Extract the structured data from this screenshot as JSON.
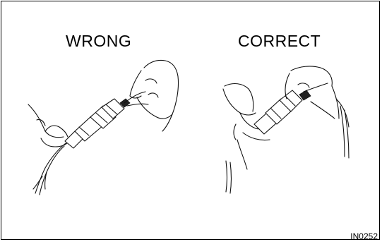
{
  "diagram": {
    "wrong_label": "WRONG",
    "correct_label": "CORRECT",
    "figure_code": "IN0252"
  }
}
